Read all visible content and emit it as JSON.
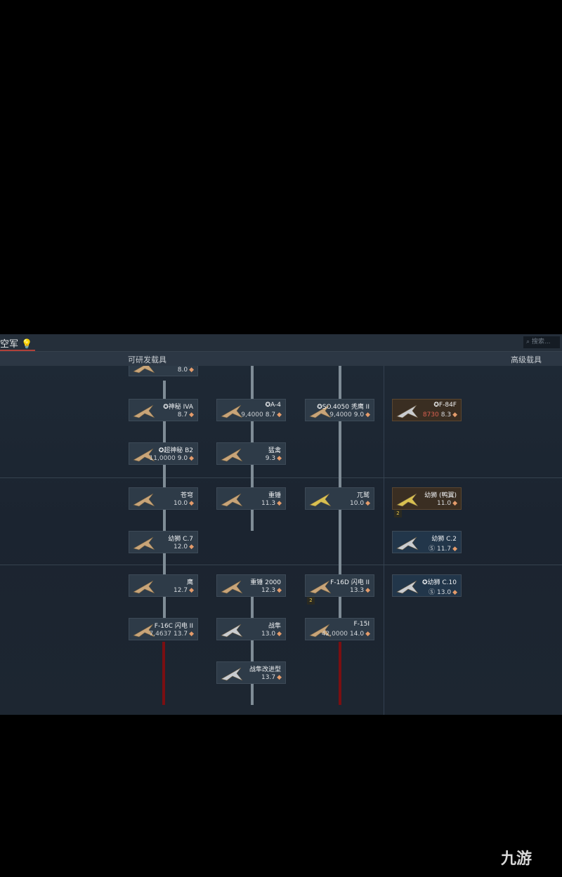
{
  "header": {
    "tab_label": "空军",
    "search_placeholder": "搜索..."
  },
  "sections": {
    "researchable": "可研发载具",
    "premium": "高级载具"
  },
  "vehicles": [
    {
      "name": "",
      "br": "8.0",
      "cost": ""
    },
    {
      "name": "✪神秘 IVA",
      "br": "8.7",
      "cost": ""
    },
    {
      "name": "✪A-4",
      "br": "8.7",
      "cost": "9,4000"
    },
    {
      "name": "✪SO.4050 秃鹰 II",
      "br": "9.0",
      "cost": "9,4000"
    },
    {
      "name": "✪超神秘 B2",
      "br": "9.0",
      "cost": "11,0000"
    },
    {
      "name": "猛禽",
      "br": "9.3",
      "cost": ""
    },
    {
      "name": "苍穹",
      "br": "10.0",
      "cost": ""
    },
    {
      "name": "重锤",
      "br": "11.3",
      "cost": ""
    },
    {
      "name": "兀鹫",
      "br": "10.0",
      "cost": ""
    },
    {
      "name": "幼狮 C.7",
      "br": "12.0",
      "cost": ""
    },
    {
      "name": "鹰",
      "br": "12.7",
      "cost": ""
    },
    {
      "name": "重锤 2000",
      "br": "12.3",
      "cost": ""
    },
    {
      "name": "F-16D 闪电 II",
      "br": "13.3",
      "cost": ""
    },
    {
      "name": "F-16C 闪电 II",
      "br": "13.7",
      "cost": "7,4637"
    },
    {
      "name": "战隼",
      "br": "13.0",
      "cost": ""
    },
    {
      "name": "F-15I",
      "br": "14.0",
      "cost": "42,0000"
    },
    {
      "name": "战隼改进型",
      "br": "13.7",
      "cost": ""
    },
    {
      "name": "✪F-84F",
      "br": "8.3",
      "cost": "8730"
    },
    {
      "name": "幼狮 (鸭翼)",
      "br": "11.0",
      "cost": ""
    },
    {
      "name": "幼狮 C.2",
      "br": "11.7",
      "cost": "Ⓢ"
    },
    {
      "name": "✪幼狮 C.10",
      "br": "13.0",
      "cost": "Ⓢ"
    }
  ],
  "badges": [
    "2",
    "2"
  ],
  "watermark": "九游"
}
